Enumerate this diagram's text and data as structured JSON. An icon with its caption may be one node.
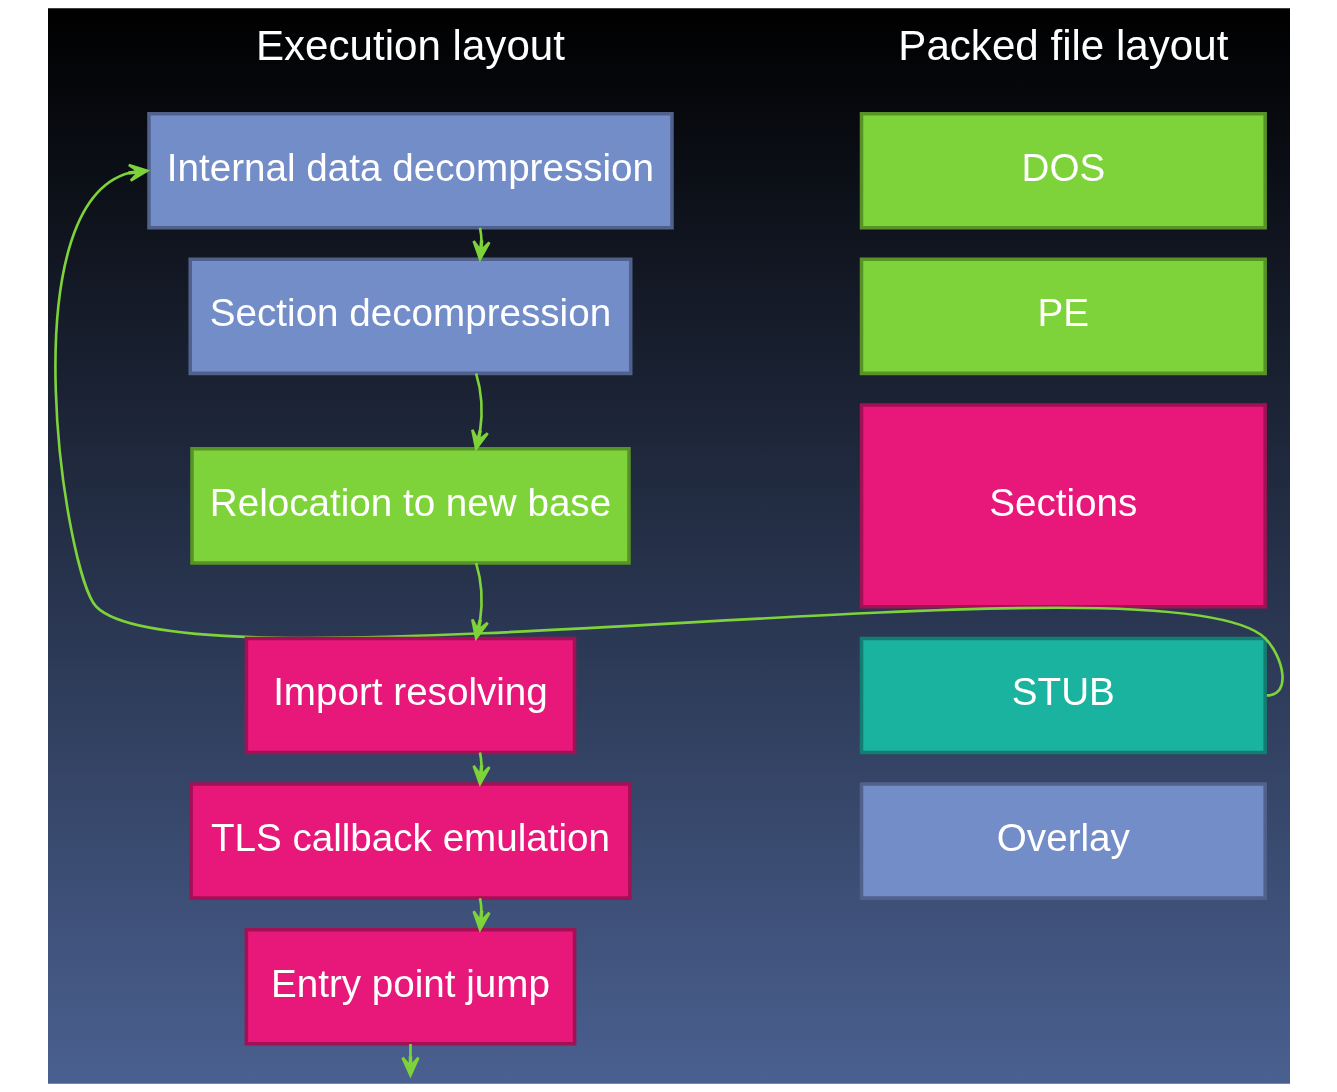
{
  "diagram": {
    "nodes": [
      {
        "text": [
          "DOS"
        ]
      },
      {
        "text": [
          "PE"
        ]
      },
      {
        "text": [
          "Sections"
        ]
      },
      {
        "text": [
          "STUB"
        ]
      },
      {
        "text": [
          "Overlay"
        ]
      },
      {
        "text": [
          "Internal data decompression"
        ]
      },
      {
        "text": [
          "Section decompression"
        ]
      },
      {
        "text": [
          "Relocation to new base"
        ]
      },
      {
        "text": [
          "Import resolving"
        ]
      },
      {
        "text": [
          "TLS callback emulation"
        ]
      },
      {
        "text": [
          "Entry point jump"
        ]
      }
    ],
    "edges": [
      {
        "from": 3,
        "to": 5,
        "arrow": "to"
      },
      {
        "from": 5,
        "to": 6,
        "arrow": "to"
      },
      {
        "from": 6,
        "to": 7,
        "arrow": "to"
      },
      {
        "from": 7,
        "to": 8,
        "arrow": "to"
      },
      {
        "from": 8,
        "to": 9,
        "arrow": "to"
      },
      {
        "from": 9,
        "to": 10,
        "arrow": "to"
      },
      {
        "from": 10,
        "to": null,
        "arrow": "to"
      }
    ],
    "labels": [
      "Packed file layout",
      "Execution layout"
    ]
  }
}
